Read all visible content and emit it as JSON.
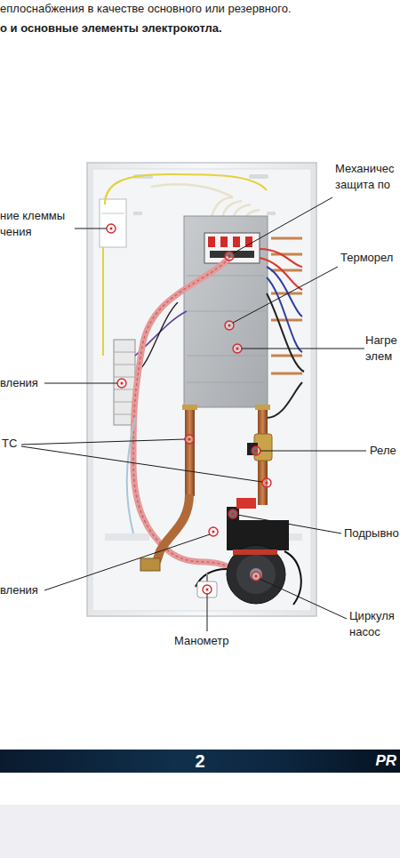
{
  "diagram": {
    "title": "о и основные элементы электрокотла.",
    "nodes": [
      {
        "text": [
          "2",
          "PR"
        ]
      }
    ],
    "labels": [
      "еплоснабжения в качестве основного или резервного.",
      "Механичес защита по",
      "ние клеммы чения",
      "Терморел",
      "Нагре элем",
      "вления",
      "ТС",
      "Реле",
      "Подрывно",
      "вления",
      "Циркуля насос",
      "Манометр"
    ]
  }
}
